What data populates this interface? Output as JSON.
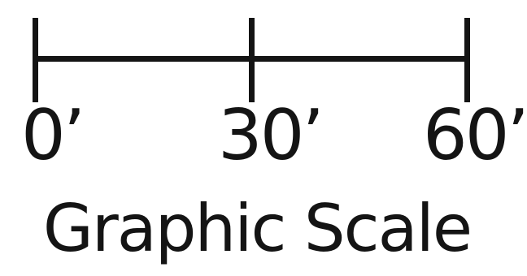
{
  "scale": {
    "ticks": [
      {
        "value": 0,
        "label": "0’"
      },
      {
        "value": 30,
        "label": "30’"
      },
      {
        "value": 60,
        "label": "60’"
      }
    ],
    "unit": "feet",
    "title": "Graphic Scale",
    "color": "#141414",
    "background": "#ffffff"
  }
}
